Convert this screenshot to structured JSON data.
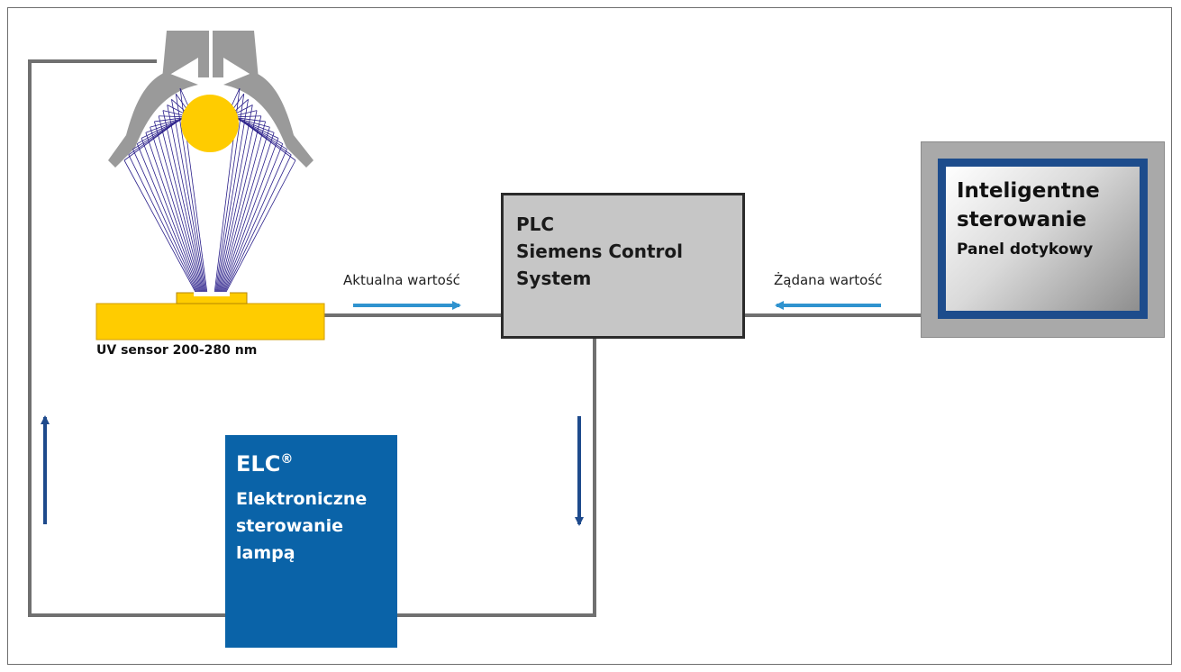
{
  "plc": {
    "line1": "PLC",
    "line2": "Siemens Control",
    "line3": "System"
  },
  "sensor": {
    "label": "UV sensor 200-280 nm"
  },
  "signals": {
    "actual_value": "Aktualna wartość",
    "target_value": "Żądana wartość"
  },
  "elc": {
    "title": "ELC",
    "registered": "®",
    "line1": "Elektroniczne",
    "line2": "sterowanie",
    "line3": "lampą"
  },
  "touch_panel": {
    "line1": "Inteligentne",
    "line2": "sterowanie",
    "line3": "Panel dotykowy"
  },
  "colors": {
    "signal_arrow": "#2f93cf",
    "loop_arrow": "#1e4a8c",
    "elc_box": "#0a63a8",
    "panel_frame": "#1d4c8c",
    "bulb": "#ffcc00",
    "sensor_base": "#ffcc00",
    "rays": "#2a1f8a",
    "reflector": "#9a9a9a"
  }
}
